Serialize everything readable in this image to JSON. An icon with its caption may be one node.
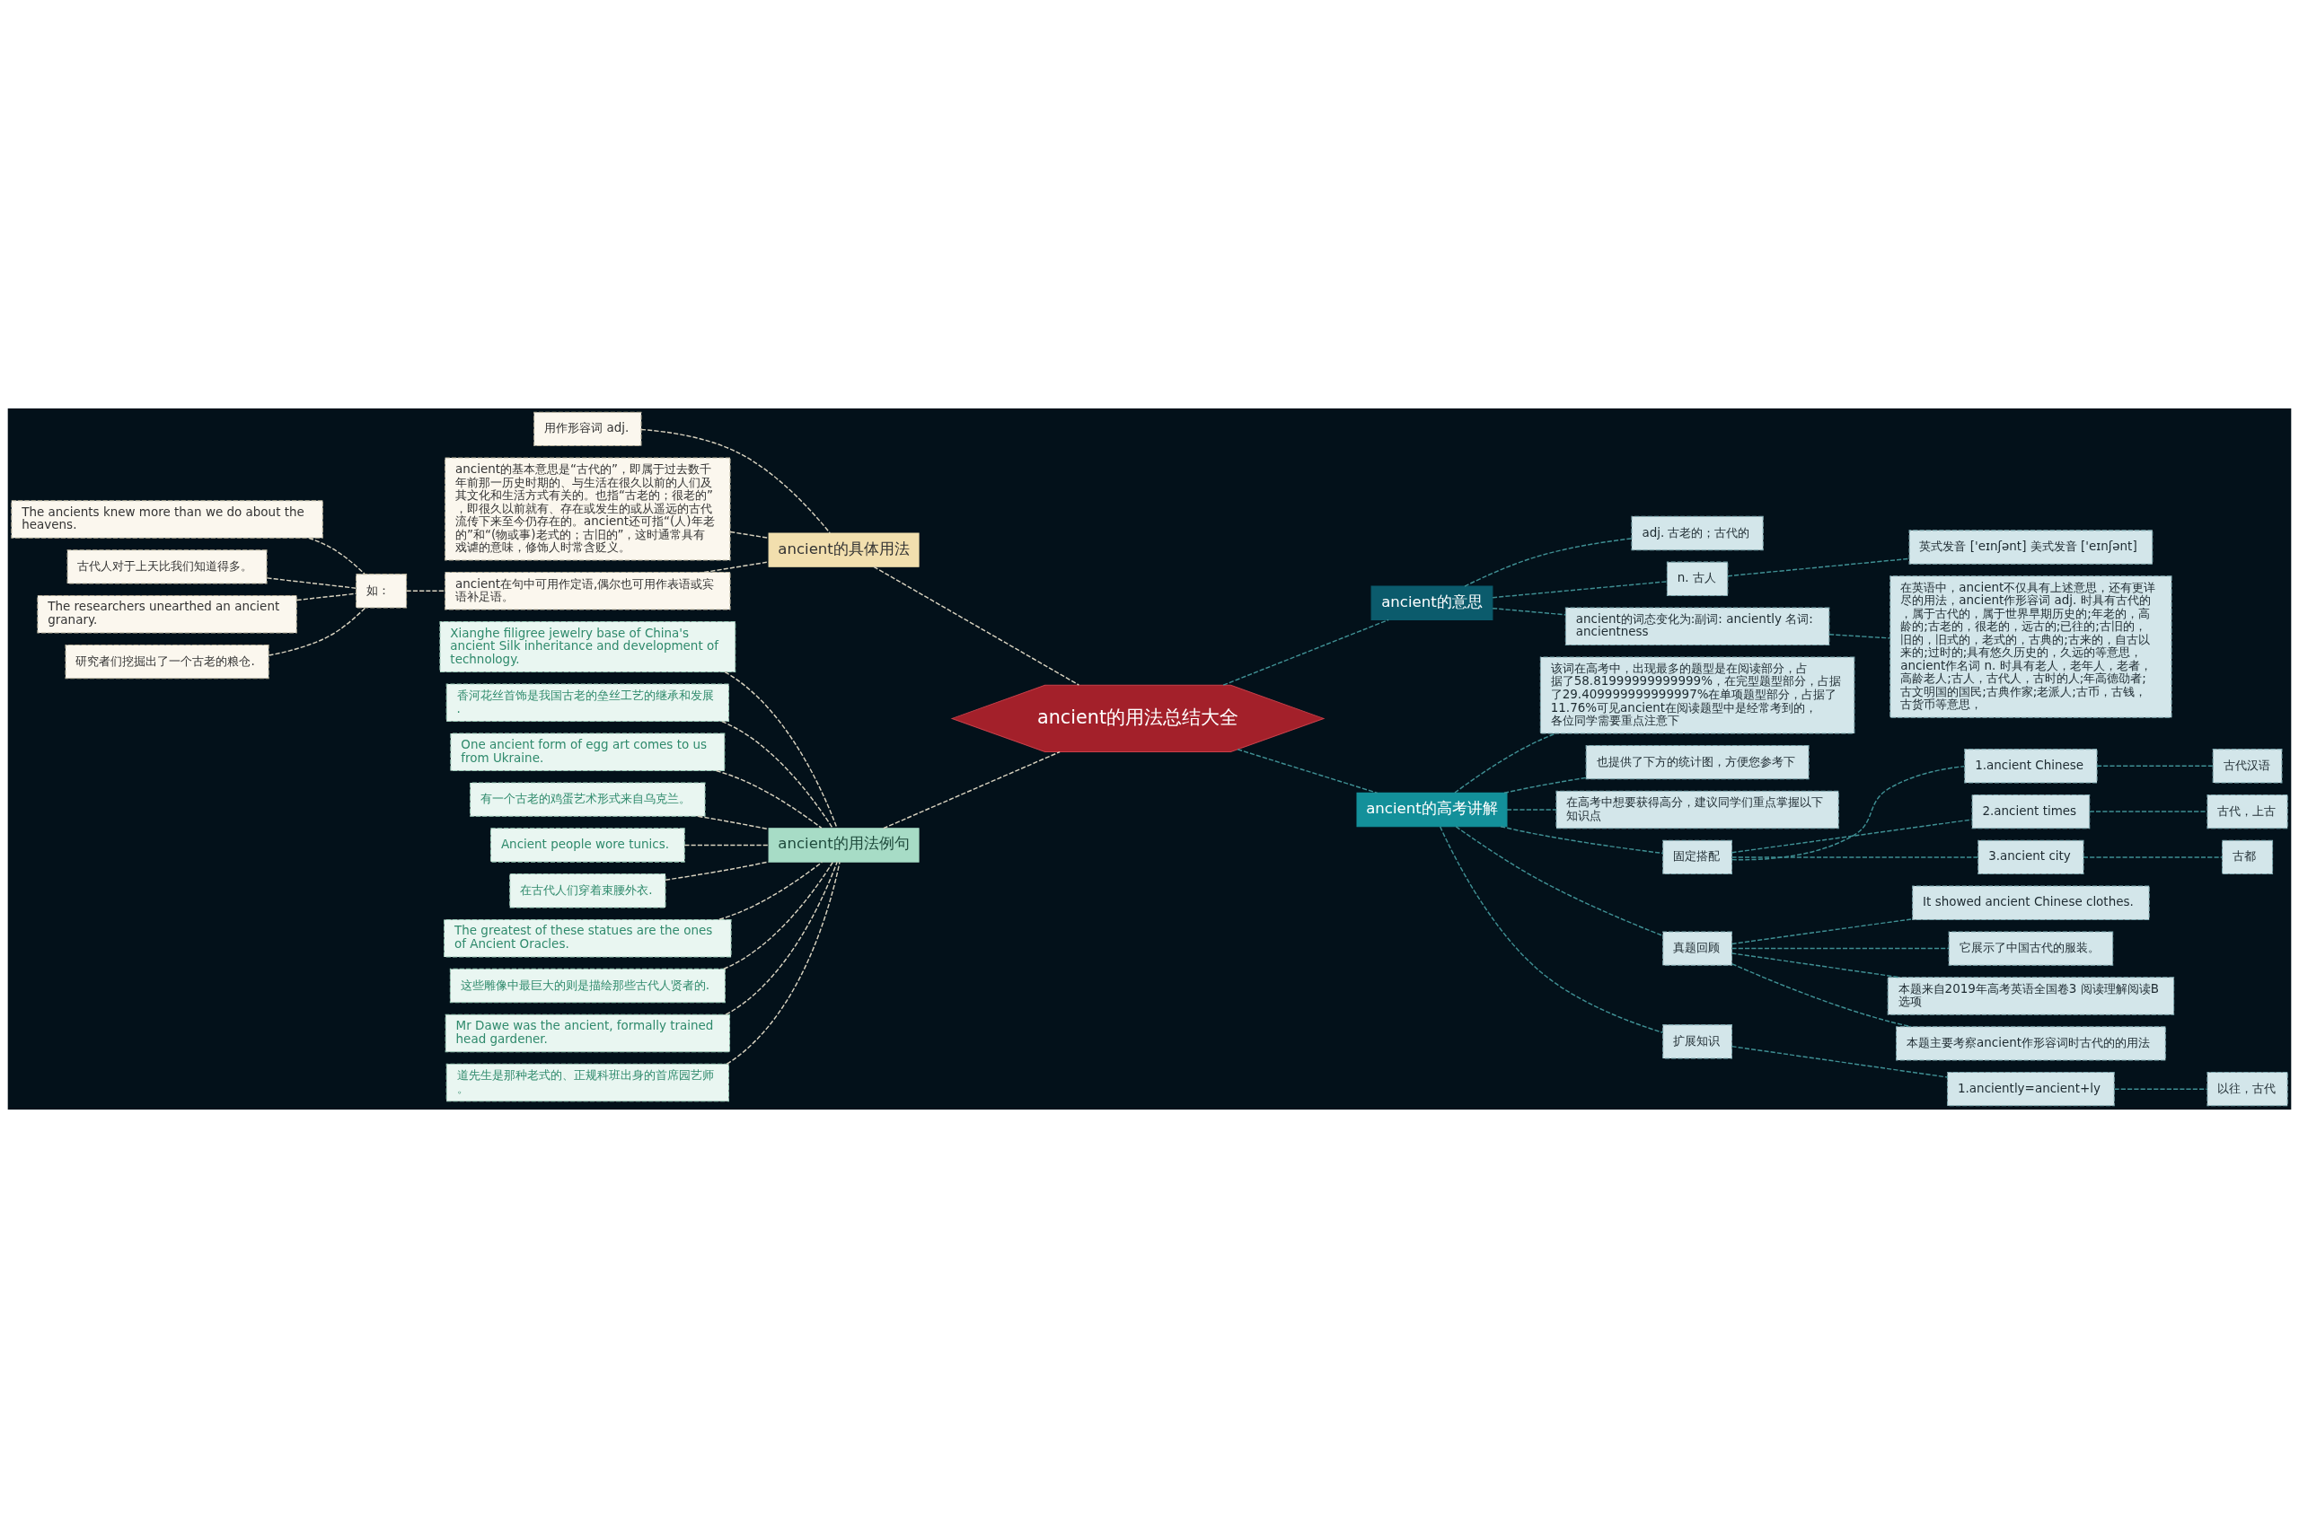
{
  "diagram": {
    "nodes": [
      {
        "text": [
          "ancient的用法总结大全"
        ]
      },
      {
        "text": [
          "ancient的具体用法"
        ]
      },
      {
        "text": [
          "用作形容词 adj."
        ]
      },
      {
        "text": [
          "ancient的基本意思是“古代的”，即属于过去数千年前那一历史时期的、与生活在很久以前的人们及其文化和生活方式有关的。也指“古老的；很老的”，即很久以前就有、存在或发生的或从遥远的古代流传下来至今仍存在的。ancient还可指“(人)年老的”和“(物或事)老式的；古旧的”，这时通常具有戏谑的意味，修饰人时常含贬义。"
        ]
      },
      {
        "text": [
          "ancient在句中可用作定语,偶尔也可用作表语或宾语补足语。"
        ]
      },
      {
        "text": [
          "如："
        ]
      },
      {
        "text": [
          "The ancients knew more than we do about the heavens."
        ]
      },
      {
        "text": [
          "古代人对于上天比我们知道得多。"
        ]
      },
      {
        "text": [
          "The researchers unearthed an ancient granary."
        ]
      },
      {
        "text": [
          "研究者们挖掘出了一个古老的粮仓."
        ]
      },
      {
        "text": [
          "ancient的用法例句"
        ]
      },
      {
        "text": [
          "Xianghe filigree jewelry base of China's ancient Silk inheritance and development of technology."
        ]
      },
      {
        "text": [
          "香河花丝首饰是我国古老的垒丝工艺的继承和发展."
        ]
      },
      {
        "text": [
          "One ancient form of egg art comes to us from Ukraine."
        ]
      },
      {
        "text": [
          "有一个古老的鸡蛋艺术形式来自乌克兰。"
        ]
      },
      {
        "text": [
          "Ancient people wore tunics."
        ]
      },
      {
        "text": [
          "在古代人们穿着束腰外衣."
        ]
      },
      {
        "text": [
          "The greatest of these statues are the ones of Ancient Oracles."
        ]
      },
      {
        "text": [
          "这些雕像中最巨大的则是描绘那些古代人贤者的."
        ]
      },
      {
        "text": [
          "Mr Dawe was the ancient, formally trained head gardener."
        ]
      },
      {
        "text": [
          "道先生是那种老式的、正规科班出身的首席园艺师。"
        ]
      },
      {
        "text": [
          "ancient的意思"
        ]
      },
      {
        "text": [
          "adj. 古老的；古代的"
        ]
      },
      {
        "text": [
          "n. 古人"
        ]
      },
      {
        "text": [
          "英式发音 ['eɪnʃənt] 美式发音 ['eɪnʃənt]"
        ]
      },
      {
        "text": [
          "ancient的词态变化为:副词: anciently 名词: ancientness"
        ]
      },
      {
        "text": [
          "在英语中，ancient不仅具有上述意思，还有更详尽的用法，ancient作形容词 adj. 时具有古代的，属于古代的，属于世界早期历史的;年老的，高龄的;古老的，很老的，远古的;已往的;古旧的，旧的，旧式的，老式的，古典的;古来的，自古以来的;过时的;具有悠久历史的，久远的等意思，ancient作名词 n. 时具有老人，老年人，老者，高龄老人;古人，古代人，古时的人;年高德劭者;古文明国的国民;古典作家;老派人;古币，古钱，古货币等意思，"
        ]
      },
      {
        "text": [
          "ancient的高考讲解"
        ]
      },
      {
        "text": [
          "该词在高考中，出现最多的题型是在阅读部分，占据了58.81999999999999%，在完型题型部分，占据了29.409999999999997%在单项题型部分，占据了11.76%可见ancient在阅读题型中是经常考到的，各位同学需要重点注意下"
        ]
      },
      {
        "text": [
          "也提供了下方的统计图，方便您参考下"
        ]
      },
      {
        "text": [
          "在高考中想要获得高分，建议同学们重点掌握以下知识点"
        ]
      },
      {
        "text": [
          "固定搭配"
        ]
      },
      {
        "text": [
          "1.ancient Chinese"
        ]
      },
      {
        "text": [
          "古代汉语"
        ]
      },
      {
        "text": [
          "2.ancient times"
        ]
      },
      {
        "text": [
          "古代，上古"
        ]
      },
      {
        "text": [
          "3.ancient city"
        ]
      },
      {
        "text": [
          "古都"
        ]
      },
      {
        "text": [
          "真题回顾"
        ]
      },
      {
        "text": [
          "It showed ancient Chinese clothes."
        ]
      },
      {
        "text": [
          "它展示了中国古代的服装。"
        ]
      },
      {
        "text": [
          "本题来自2019年高考英语全国卷3 阅读理解阅读B 选项"
        ]
      },
      {
        "text": [
          "本题主要考察ancient作形容词时古代的的用法"
        ]
      },
      {
        "text": [
          "扩展知识"
        ]
      },
      {
        "text": [
          "1.anciently=ancient+ly"
        ]
      },
      {
        "text": [
          "以往，古代"
        ]
      }
    ],
    "edges": [
      {
        "from": 0,
        "to": 1,
        "arrow": "none",
        "color": "#d8d2bf"
      },
      {
        "from": 1,
        "to": 2,
        "arrow": "none",
        "color": "#d8d2bf"
      },
      {
        "from": 1,
        "to": 3,
        "arrow": "none",
        "color": "#d8d2bf"
      },
      {
        "from": 1,
        "to": 4,
        "arrow": "none",
        "color": "#d8d2bf"
      },
      {
        "from": 4,
        "to": 5,
        "arrow": "none",
        "color": "#d8d2bf"
      },
      {
        "from": 5,
        "to": 6,
        "arrow": "none",
        "color": "#d8d2bf"
      },
      {
        "from": 5,
        "to": 7,
        "arrow": "none",
        "color": "#d8d2bf"
      },
      {
        "from": 5,
        "to": 8,
        "arrow": "none",
        "color": "#d8d2bf"
      },
      {
        "from": 5,
        "to": 9,
        "arrow": "none",
        "color": "#d8d2bf"
      },
      {
        "from": 0,
        "to": 10,
        "arrow": "none",
        "color": "#d8d2bf"
      },
      {
        "from": 10,
        "to": 11,
        "arrow": "none",
        "color": "#d8d2bf"
      },
      {
        "from": 10,
        "to": 12,
        "arrow": "none",
        "color": "#d8d2bf"
      },
      {
        "from": 10,
        "to": 13,
        "arrow": "none",
        "color": "#d8d2bf"
      },
      {
        "from": 10,
        "to": 14,
        "arrow": "none",
        "color": "#d8d2bf"
      },
      {
        "from": 10,
        "to": 15,
        "arrow": "none",
        "color": "#d8d2bf"
      },
      {
        "from": 10,
        "to": 16,
        "arrow": "none",
        "color": "#d8d2bf"
      },
      {
        "from": 10,
        "to": 17,
        "arrow": "none",
        "color": "#d8d2bf"
      },
      {
        "from": 10,
        "to": 18,
        "arrow": "none",
        "color": "#d8d2bf"
      },
      {
        "from": 10,
        "to": 19,
        "arrow": "none",
        "color": "#d8d2bf"
      },
      {
        "from": 10,
        "to": 20,
        "arrow": "none",
        "color": "#d8d2bf"
      },
      {
        "from": 0,
        "to": 21,
        "arrow": "none"
      },
      {
        "from": 21,
        "to": 22,
        "arrow": "none"
      },
      {
        "from": 21,
        "to": 23,
        "arrow": "none"
      },
      {
        "from": 23,
        "to": 24,
        "arrow": "none"
      },
      {
        "from": 21,
        "to": 25,
        "arrow": "none"
      },
      {
        "from": 25,
        "to": 26,
        "arrow": "none"
      },
      {
        "from": 0,
        "to": 27,
        "arrow": "none"
      },
      {
        "from": 27,
        "to": 28,
        "arrow": "none"
      },
      {
        "from": 27,
        "to": 29,
        "arrow": "none"
      },
      {
        "from": 27,
        "to": 30,
        "arrow": "none"
      },
      {
        "from": 27,
        "to": 31,
        "arrow": "none"
      },
      {
        "from": 31,
        "to": 32,
        "arrow": "none"
      },
      {
        "from": 32,
        "to": 33,
        "arrow": "none"
      },
      {
        "from": 31,
        "to": 34,
        "arrow": "none"
      },
      {
        "from": 34,
        "to": 35,
        "arrow": "none"
      },
      {
        "from": 31,
        "to": 36,
        "arrow": "none"
      },
      {
        "from": 36,
        "to": 37,
        "arrow": "none"
      },
      {
        "from": 27,
        "to": 38,
        "arrow": "none"
      },
      {
        "from": 38,
        "to": 39,
        "arrow": "none"
      },
      {
        "from": 38,
        "to": 40,
        "arrow": "none"
      },
      {
        "from": 38,
        "to": 41,
        "arrow": "none"
      },
      {
        "from": 38,
        "to": 42,
        "arrow": "none"
      },
      {
        "from": 27,
        "to": 43,
        "arrow": "none"
      },
      {
        "from": 43,
        "to": 44,
        "arrow": "none"
      },
      {
        "from": 44,
        "to": 45,
        "arrow": "none"
      }
    ]
  }
}
